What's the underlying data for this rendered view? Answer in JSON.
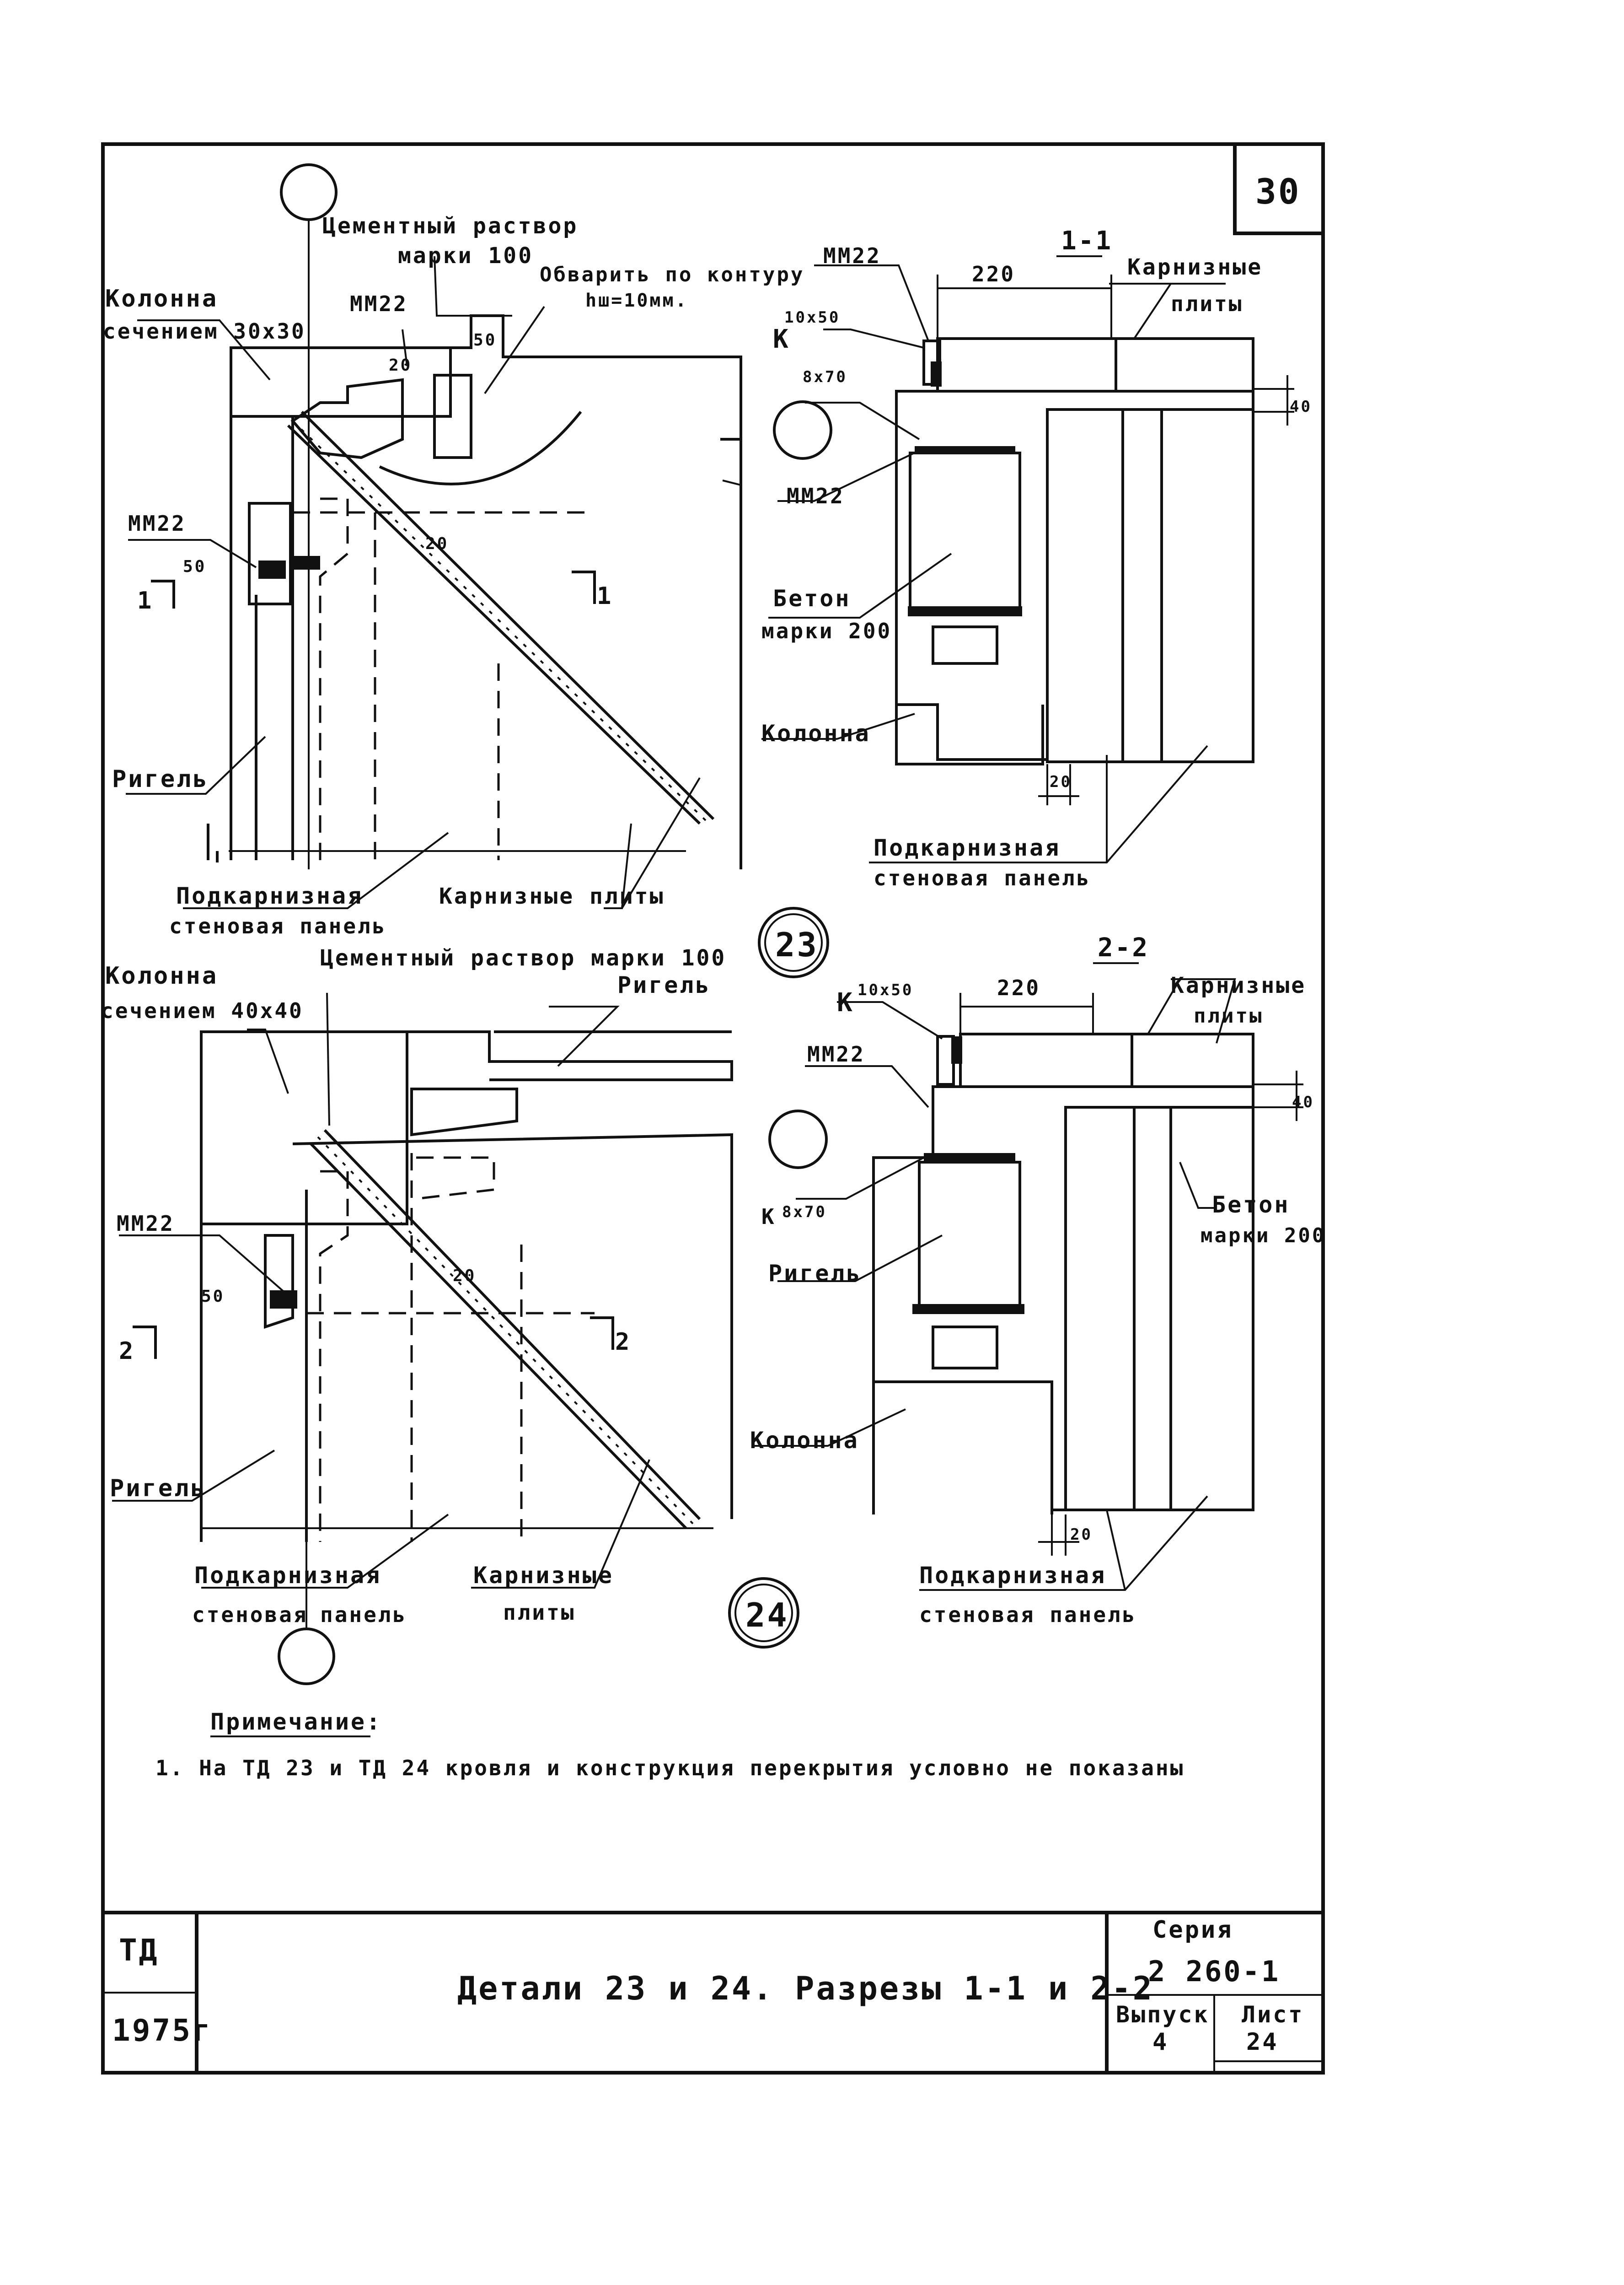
{
  "sheet": {
    "page_number": "30",
    "title_block": {
      "code": "ТД",
      "year": "1975г",
      "title": "Детали 23 и 24. Разрезы 1-1 и 2-2",
      "series_label": "Серия",
      "series_value": "2 260-1",
      "issue_label": "Выпуск",
      "issue_value": "4",
      "sheet_label": "Лист",
      "sheet_value": "24"
    }
  },
  "detail23": {
    "number": "23",
    "labels": {
      "cement_mortar_1": "Цементный раствор",
      "cement_mortar_2": "марки 100",
      "weld_1": "Обварить по контуру",
      "weld_2": "hш=10мм.",
      "column_1": "Колонна",
      "column_2": "сечением 30х30",
      "mm22_top": "ММ22",
      "mm22_left": "ММ22",
      "dim_20_a": "20",
      "dim_50_a": "50",
      "dim_20_b": "20",
      "dim_50_b": "50",
      "cut_left": "1",
      "cut_right": "1",
      "beam": "Ригель",
      "panel_1": "Подкарнизная",
      "panel_2": "стеновая панель",
      "cornice": "Карнизные плиты"
    }
  },
  "section11": {
    "title": "1-1",
    "labels": {
      "mm22_top": "ММ22",
      "k_mark": "К",
      "strip": "10х50",
      "rod": "8х70",
      "dim_220": "220",
      "cornice_1": "Карнизные",
      "cornice_2": "плиты",
      "dim_40": "40",
      "mm22_mid": "ММ22",
      "concrete_1": "Бетон",
      "concrete_2": "марки 200",
      "column": "Колонна",
      "dim_20": "20",
      "panel_1": "Подкарнизная",
      "panel_2": "стеновая панель"
    }
  },
  "detail24": {
    "number": "24",
    "labels": {
      "cement_mortar": "Цементный раствор марки 100",
      "column_1": "Колонна",
      "column_2": "сечением 40х40",
      "beam_top": "Ригель",
      "mm22": "ММ22",
      "dim_50": "50",
      "dim_20": "20",
      "cut_left": "2",
      "cut_right": "2",
      "beam": "Ригель",
      "panel_1": "Подкарнизная",
      "panel_2a": "стеновая",
      "panel_2b": "панель",
      "cornice_1": "Карнизные",
      "cornice_2": "плиты"
    }
  },
  "section22": {
    "title": "2-2",
    "labels": {
      "k_mark": "К",
      "strip": "10х50",
      "dim_220": "220",
      "cornice_1": "Карнизные",
      "cornice_2": "плиты",
      "mm22": "ММ22",
      "dim_40": "40",
      "rod": "8х70",
      "k_mark2": "К",
      "beam": "Ригель",
      "concrete_1": "Бетон",
      "concrete_2": "марки 200",
      "column": "Колонна",
      "dim_20": "20",
      "panel_1": "Подкарнизная",
      "panel_2": "стеновая панель"
    }
  },
  "note": {
    "heading": "Примечание:",
    "text": "1. На ТД 23 и ТД 24 кровля и конструкция перекрытия условно не показаны"
  }
}
